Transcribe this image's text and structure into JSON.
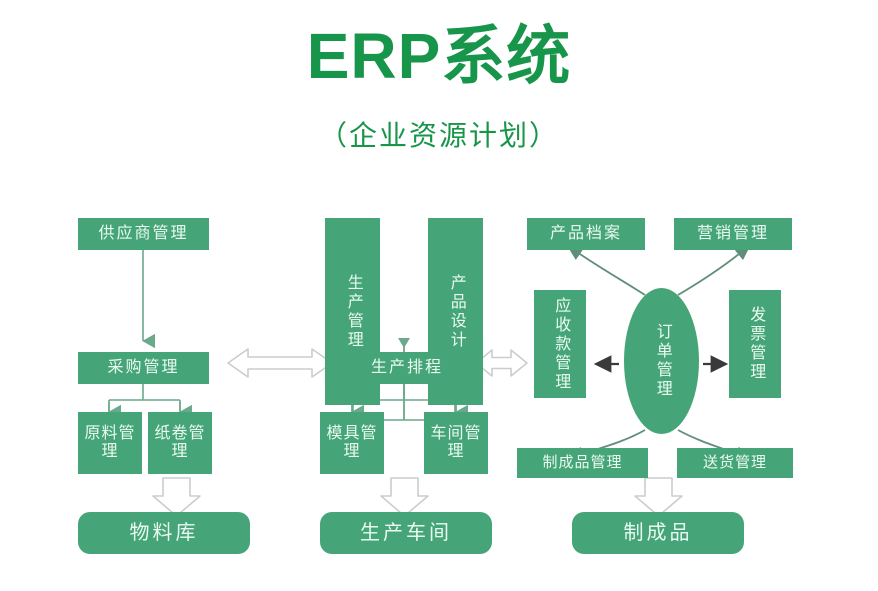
{
  "header": {
    "title": "ERP系统",
    "subtitle": "（企业资源计划）"
  },
  "colors": {
    "box_fill": "#45a578",
    "box_text": "#eafaf1",
    "title_green": "#17954a",
    "thin_arrow": "#6aa98c",
    "hollow_arrow_stroke": "#c9cdd0",
    "hollow_arrow_fill": "#ffffff",
    "dark_arrow": "#3a3a3a",
    "curve_arrow": "#5f8f78",
    "background": "#ffffff"
  },
  "nodes": {
    "supplier_mgmt": "供应商管理",
    "purchase_mgmt": "采购管理",
    "material_mgmt": "原料管理",
    "paperroll_mgmt": "纸卷管理",
    "material_store": "物料库",
    "production_mgmt": "生产管理",
    "product_design": "产品设计",
    "production_schedule": "生产排程",
    "mold_mgmt": "模具管理",
    "workshop_mgmt": "车间管理",
    "production_workshop": "生产车间",
    "product_archive": "产品档案",
    "marketing_mgmt": "营销管理",
    "receivables_mgmt": "应收款管理",
    "order_mgmt": "订单管理",
    "invoice_mgmt": "发票管理",
    "finished_goods_mgmt": "制成品管理",
    "delivery_mgmt": "送货管理",
    "finished_goods": "制成品"
  },
  "connectors": [
    {
      "name": "supplier-to-purchase",
      "type": "thin-arrow-down"
    },
    {
      "name": "purchase-to-material",
      "type": "thin-arrow-down"
    },
    {
      "name": "purchase-to-paperroll",
      "type": "thin-arrow-down"
    },
    {
      "name": "material-store-inflow",
      "type": "hollow-arrow-down"
    },
    {
      "name": "production-design-to-schedule",
      "type": "thin-arrow-down"
    },
    {
      "name": "schedule-to-mold",
      "type": "thin-arrow-down"
    },
    {
      "name": "schedule-to-workshop",
      "type": "thin-arrow-down"
    },
    {
      "name": "production-workshop-inflow",
      "type": "hollow-arrow-down"
    },
    {
      "name": "purchase-schedule-link",
      "type": "hollow-double-arrow"
    },
    {
      "name": "schedule-receivables-link",
      "type": "hollow-double-arrow"
    },
    {
      "name": "order-to-receivables",
      "type": "dark-arrow-left"
    },
    {
      "name": "order-to-invoice",
      "type": "dark-arrow-right"
    },
    {
      "name": "order-to-product-archive",
      "type": "curved-arrow-up-left"
    },
    {
      "name": "order-to-marketing",
      "type": "curved-arrow-up-right"
    },
    {
      "name": "order-to-finished-goods-mgmt",
      "type": "curved-arrow-down-left"
    },
    {
      "name": "order-to-delivery",
      "type": "curved-arrow-down-right"
    },
    {
      "name": "finished-goods-inflow",
      "type": "hollow-arrow-down"
    }
  ]
}
